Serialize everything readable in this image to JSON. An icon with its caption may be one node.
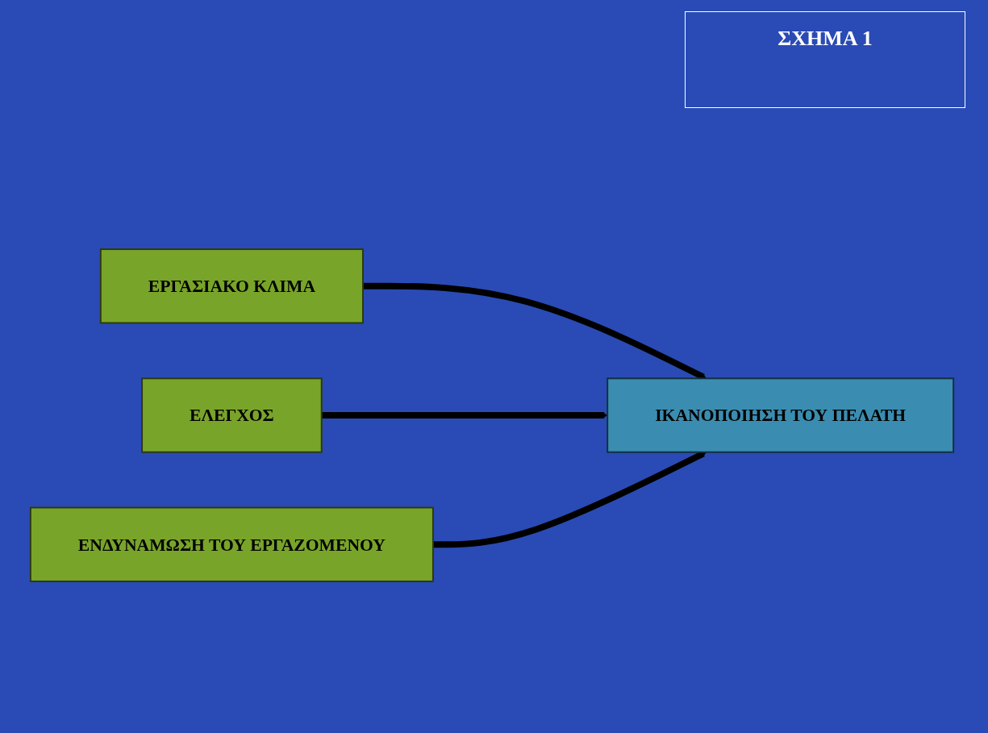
{
  "diagram": {
    "title": "ΣΧΗΜΑ 1",
    "nodes": [
      {
        "text": [
          "ΕΡΓΑΣΙΑΚΟ ΚΛΙΜΑ"
        ]
      },
      {
        "text": [
          "ΕΛΕΓΧΟΣ"
        ]
      },
      {
        "text": [
          "ΕΝΔΥΝΑΜΩΣΗ ΤΟΥ ΕΡΓΑΖΟΜΕΝΟΥ"
        ]
      },
      {
        "text": [
          "ΙΚΑΝΟΠΟΙΗΣΗ ΤΟΥ ΠΕΛΑΤΗ"
        ]
      }
    ],
    "edges": [
      {
        "from": 0,
        "to": 3,
        "arrow": "to"
      },
      {
        "from": 1,
        "to": 3,
        "arrow": "to"
      },
      {
        "from": 2,
        "to": 3,
        "arrow": "to"
      }
    ]
  }
}
